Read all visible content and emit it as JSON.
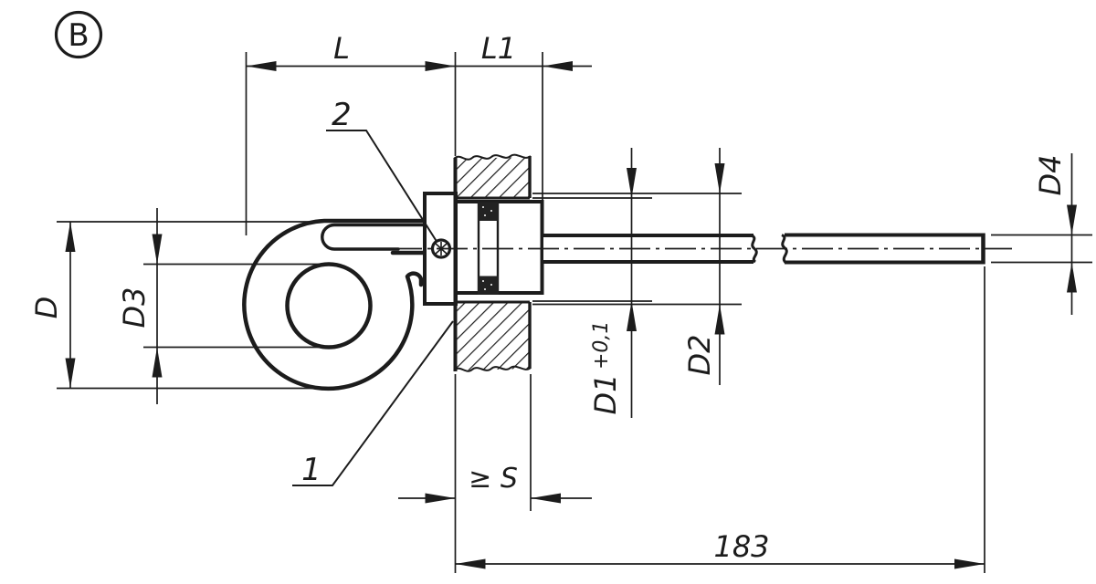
{
  "view": {
    "label": "B"
  },
  "callouts": [
    {
      "number": "1"
    },
    {
      "number": "2"
    }
  ],
  "dimensions": {
    "top": [
      {
        "label": "L"
      },
      {
        "label": "L1"
      }
    ],
    "left": [
      {
        "label": "D"
      },
      {
        "label": "D3"
      }
    ],
    "right": [
      {
        "label": "D1",
        "tolerance": "+0,1"
      },
      {
        "label": "D2"
      },
      {
        "label": "D4"
      }
    ],
    "bottom": [
      {
        "label": "≥ S"
      },
      {
        "label": "183"
      }
    ]
  },
  "colors": {
    "line": "#1c1c1c",
    "background": "#ffffff"
  }
}
